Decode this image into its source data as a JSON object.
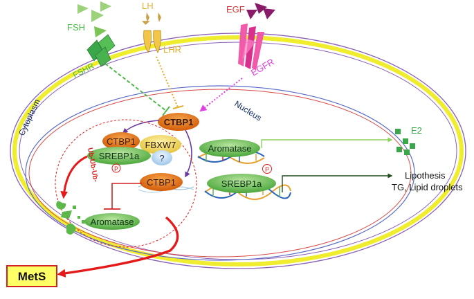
{
  "receptors": {
    "fsh": {
      "ligand": "FSH",
      "receptor": "FSHR"
    },
    "lh": {
      "ligand": "LH",
      "receptor": "LHR"
    },
    "egf": {
      "ligand": "EGF",
      "receptor": "EGFR"
    }
  },
  "compartments": {
    "cytoplasm": "Cytoplasm",
    "nucleus": "Nucleus"
  },
  "proteins": {
    "ctbp1_top": "CTBP1",
    "ctbp1_complex": "CTBP1",
    "fbxw7": "FBXW7",
    "srebp1a_complex": "SREBP1a",
    "unknown": "?",
    "ctbp1_lower": "CTBP1",
    "aromatase_cytoplasm": "Aromatase",
    "aromatase_nucleus": "Aromatase",
    "srebp1a_nucleus": "SREBP1a"
  },
  "labels": {
    "phospho": "P",
    "ubiquitin": "Ub-Ub-Ub-",
    "e2": "E2",
    "lipo_line1": "Lipothesis",
    "lipo_line2": "TG, Lipid droplets",
    "mets": "MetS"
  },
  "colors": {
    "membrane": "#ece629",
    "fsh": "#4cb848",
    "lh": "#e8b82c",
    "egf": "#d12b8f",
    "egfr_arrow": "#e040e0",
    "protein_orange": "#e06a10",
    "protein_green": "#5cb848",
    "mets_box": "#ffff66",
    "mets_border": "#d32020",
    "red_arrow": "#e41a1a"
  }
}
